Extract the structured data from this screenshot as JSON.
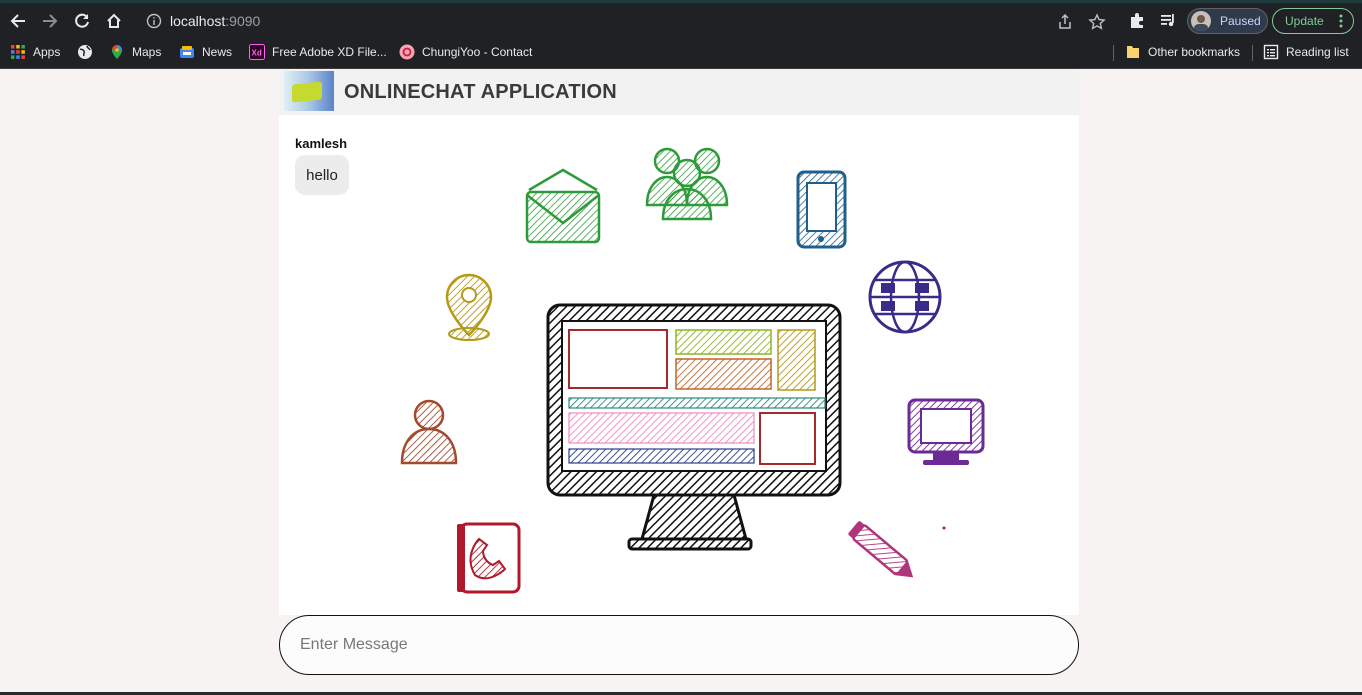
{
  "browser": {
    "url_host": "localhost",
    "url_port": ":9090",
    "profile_label": "Paused",
    "update_label": "Update",
    "bookmarks": [
      {
        "label": "Apps",
        "icon": "apps-grid-icon"
      },
      {
        "label": "",
        "icon": "globe-icon"
      },
      {
        "label": "Maps",
        "icon": "maps-pin-icon"
      },
      {
        "label": "News",
        "icon": "news-icon"
      },
      {
        "label": "Free Adobe XD File...",
        "icon": "adobe-xd-icon"
      },
      {
        "label": "ChungiYoo - Contact",
        "icon": "chungiyoo-icon"
      }
    ],
    "other_bookmarks": "Other bookmarks",
    "reading_list": "Reading list"
  },
  "app": {
    "title": "ONLINECHAT APPLICATION"
  },
  "messages": [
    {
      "user": "kamlesh",
      "text": "hello"
    }
  ],
  "composer": {
    "placeholder": "Enter Message",
    "value": ""
  },
  "colors": {
    "chrome_bg": "#202124",
    "page_bg": "#f7f3f2",
    "header_bg": "#f2f2f2",
    "bubble_bg": "#ececec",
    "update_accent": "#81c995"
  }
}
